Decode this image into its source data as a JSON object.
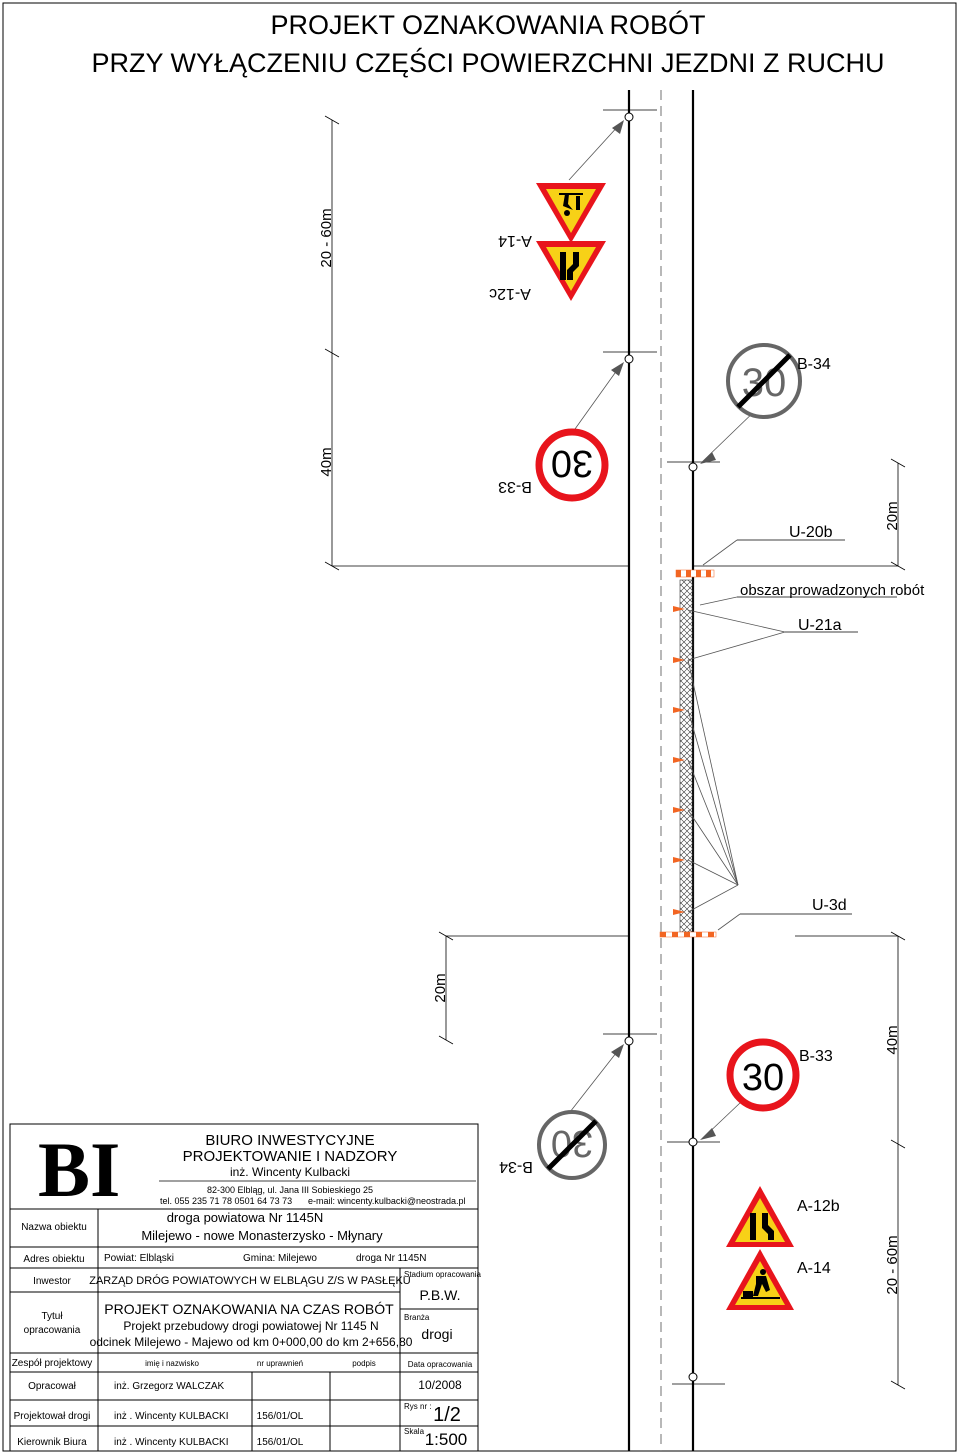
{
  "title": {
    "line1": "PROJEKT OZNAKOWANIA ROBÓT",
    "line2": "PRZY WYŁĄCZENIU CZĘŚCI POWIERZCHNI JEZDNI Z RUCHU"
  },
  "dimensions": {
    "d1": "20 - 60m",
    "d2": "40m",
    "d3": "20m",
    "d4": "20m",
    "d5": "40m",
    "d6": "20 - 60m"
  },
  "signs": {
    "a14_top": {
      "code": "A-14"
    },
    "a12c": {
      "code": "A-12c"
    },
    "b34_right": {
      "code": "B-34",
      "speed": "30"
    },
    "b33_left": {
      "code": "B-33",
      "speed": "30"
    },
    "u20b": {
      "code": "U-20b"
    },
    "work_area": {
      "label": "obszar prowadzonych robót"
    },
    "u21a": {
      "code": "U-21a"
    },
    "u3d": {
      "code": "U-3d"
    },
    "b33_right": {
      "code": "B-33",
      "speed": "30"
    },
    "b34_left": {
      "code": "B-34",
      "speed": "30"
    },
    "a12b": {
      "code": "A-12b"
    },
    "a14_bottom": {
      "code": "A-14"
    }
  },
  "title_block": {
    "bureau": {
      "logo": "BI",
      "name1": "BIURO INWESTYCYJNE",
      "name2": "PROJEKTOWANIE I NADZORY",
      "owner": "inż. Wincenty Kulbacki",
      "address": "82-300 Elbląg, ul. Jana III Sobieskiego 25",
      "phones": "tel. 055 235 71 78   0501 64 73 73",
      "email": "e-mail: wincenty.kulbacki@neostrada.pl"
    },
    "object_name": {
      "label": "Nazwa obiektu",
      "line1": "droga powiatowa Nr 1145N",
      "line2": "Milejewo - nowe Monasterzysko - Młynary"
    },
    "object_address": {
      "label": "Adres obiektu",
      "powiat": "Powiat: Elbląski",
      "gmina": "Gmina: Milejewo",
      "road": "droga Nr 1145N"
    },
    "investor": {
      "label": "Inwestor",
      "value": "ZARZĄD DRÓG POWIATOWYCH W ELBLĄGU Z/S W PASŁĘKU"
    },
    "stage": {
      "label": "Stadium opracowania",
      "value": "P.B.W."
    },
    "study_title": {
      "label1": "Tytuł",
      "label2": "opracowania",
      "line1": "PROJEKT OZNAKOWANIA NA CZAS ROBÓT",
      "line2": "Projekt przebudowy drogi powiatowej Nr 1145 N",
      "line3": "odcinek Milejewo - Majewo od km 0+000,00 do km 2+656,80"
    },
    "branch": {
      "label": "Branża",
      "value": "drogi"
    },
    "team_header": {
      "label": "Zespół projektowy",
      "col_name": "imię i nazwisko",
      "col_license": "nr uprawnień",
      "col_sign": "podpis",
      "col_date": "Data opracowania"
    },
    "rows": [
      {
        "role": "Opracował",
        "name": "inż.  Grzegorz WALCZAK",
        "license": ""
      },
      {
        "role": "Projektował drogi",
        "name": "inż .  Wincenty KULBACKI",
        "license": "156/01/OL"
      },
      {
        "role": "Kierownik Biura",
        "name": "inż .  Wincenty KULBACKI",
        "license": "156/01/OL"
      }
    ],
    "date": "10/2008",
    "drawing_no": {
      "label": "Rys nr :",
      "value": "1/2"
    },
    "scale": {
      "label": "Skala",
      "value": "1:500"
    }
  },
  "colors": {
    "sign_red": "#e8141c",
    "sign_yellow": "#f7d117",
    "barrier_orange": "#f26522",
    "grey_symbol": "#666666"
  }
}
